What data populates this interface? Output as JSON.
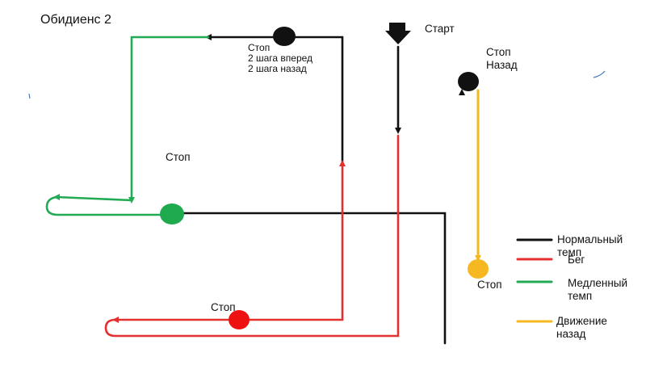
{
  "title": "Обидиенс 2",
  "start": {
    "label": "Старт"
  },
  "stops": {
    "top": "Стоп\n2 шага вперед\n2 шага назад",
    "left": "Стоп",
    "red": "Стоп",
    "right": "Стоп\nНазад",
    "yellow": "Стоп"
  },
  "legend": [
    {
      "label": "Нормальный темп",
      "color": "#111111"
    },
    {
      "label": "Бег",
      "color": "#e53030"
    },
    {
      "label": "Медленный\nтемп",
      "color": "#22aa55"
    },
    {
      "label": "Движение\nназад",
      "color": "#f5b820"
    }
  ],
  "colors": {
    "normal": "#111111",
    "run": "#e53030",
    "slow": "#22aa55",
    "back": "#f5b820",
    "stop_green": "#1faa4f",
    "stop_red": "#ee1111",
    "stop_black": "#111111",
    "stop_yellow": "#f5b820"
  }
}
